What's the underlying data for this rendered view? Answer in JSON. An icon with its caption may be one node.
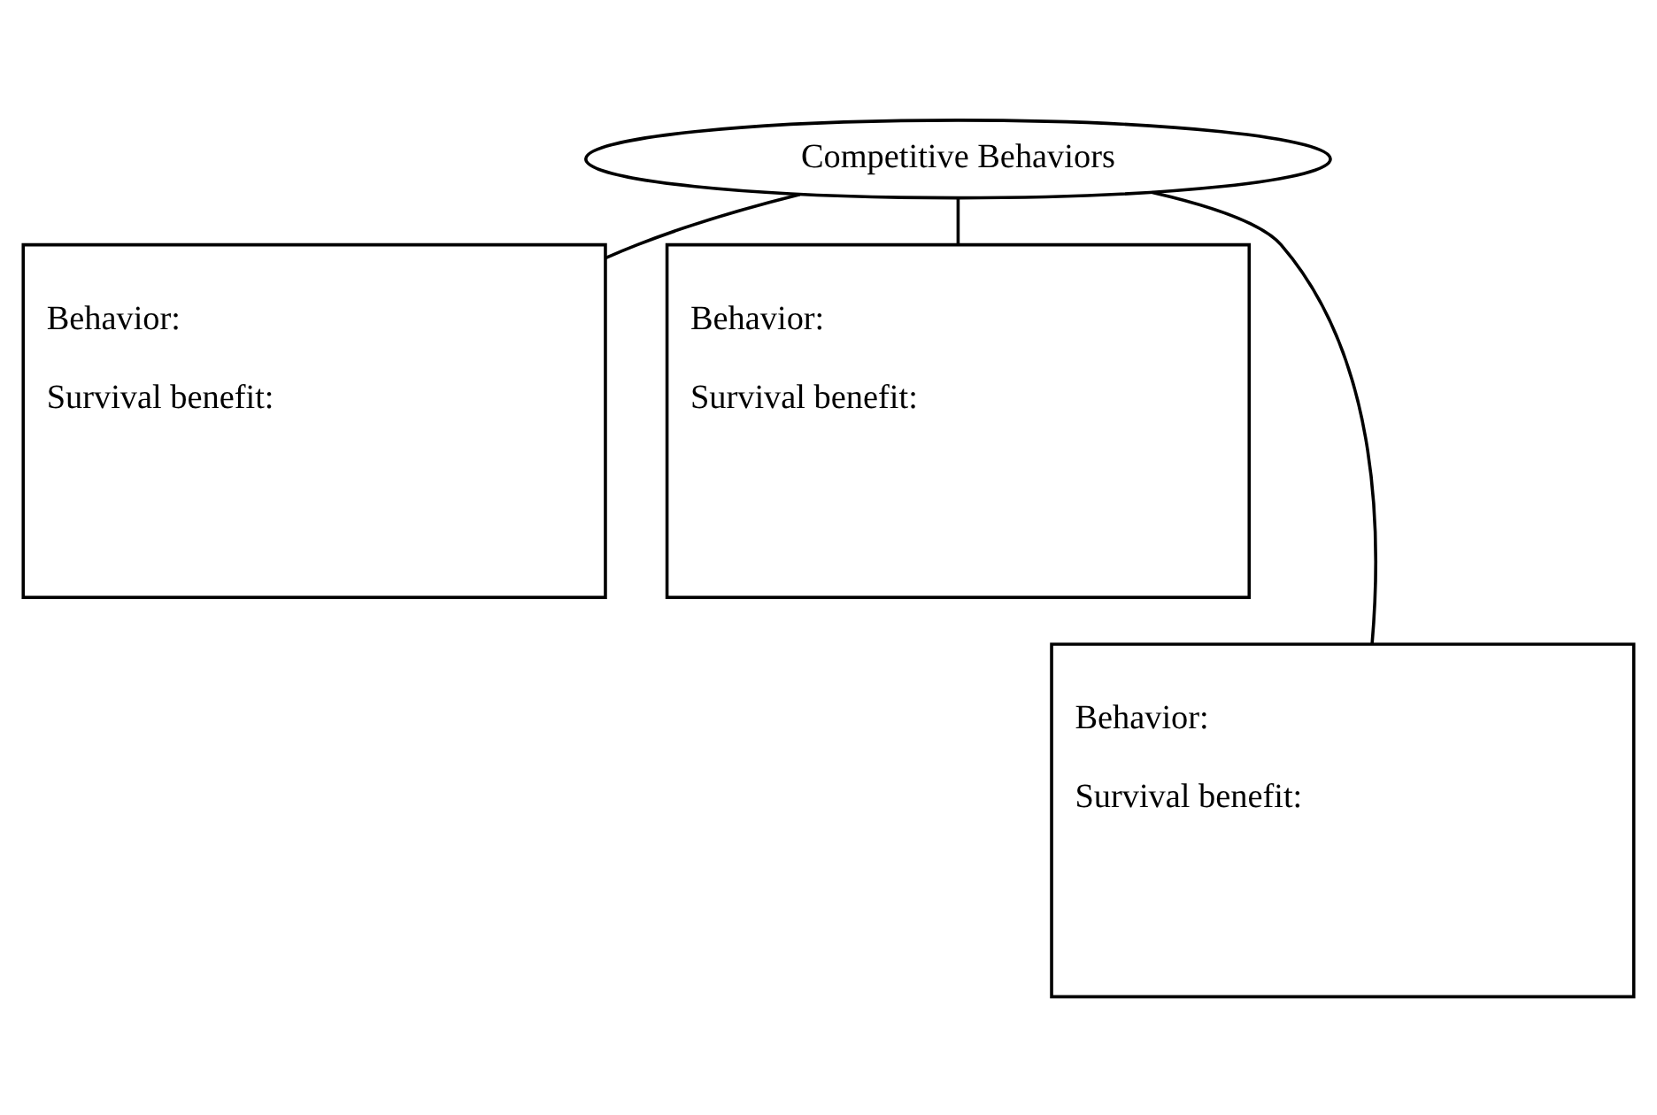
{
  "diagram": {
    "nodes": [
      {
        "text": [
          "Competitive Behaviors"
        ]
      },
      {
        "text": [
          "Behavior:",
          "Survival benefit:"
        ]
      },
      {
        "text": [
          "Behavior:",
          "Survival benefit:"
        ]
      },
      {
        "text": [
          "Behavior:",
          "Survival benefit:"
        ]
      }
    ],
    "edges": [
      {
        "from": 0,
        "to": 1,
        "arrow": "none"
      },
      {
        "from": 0,
        "to": 2,
        "arrow": "none"
      },
      {
        "from": 0,
        "to": 3,
        "arrow": "none"
      }
    ]
  }
}
